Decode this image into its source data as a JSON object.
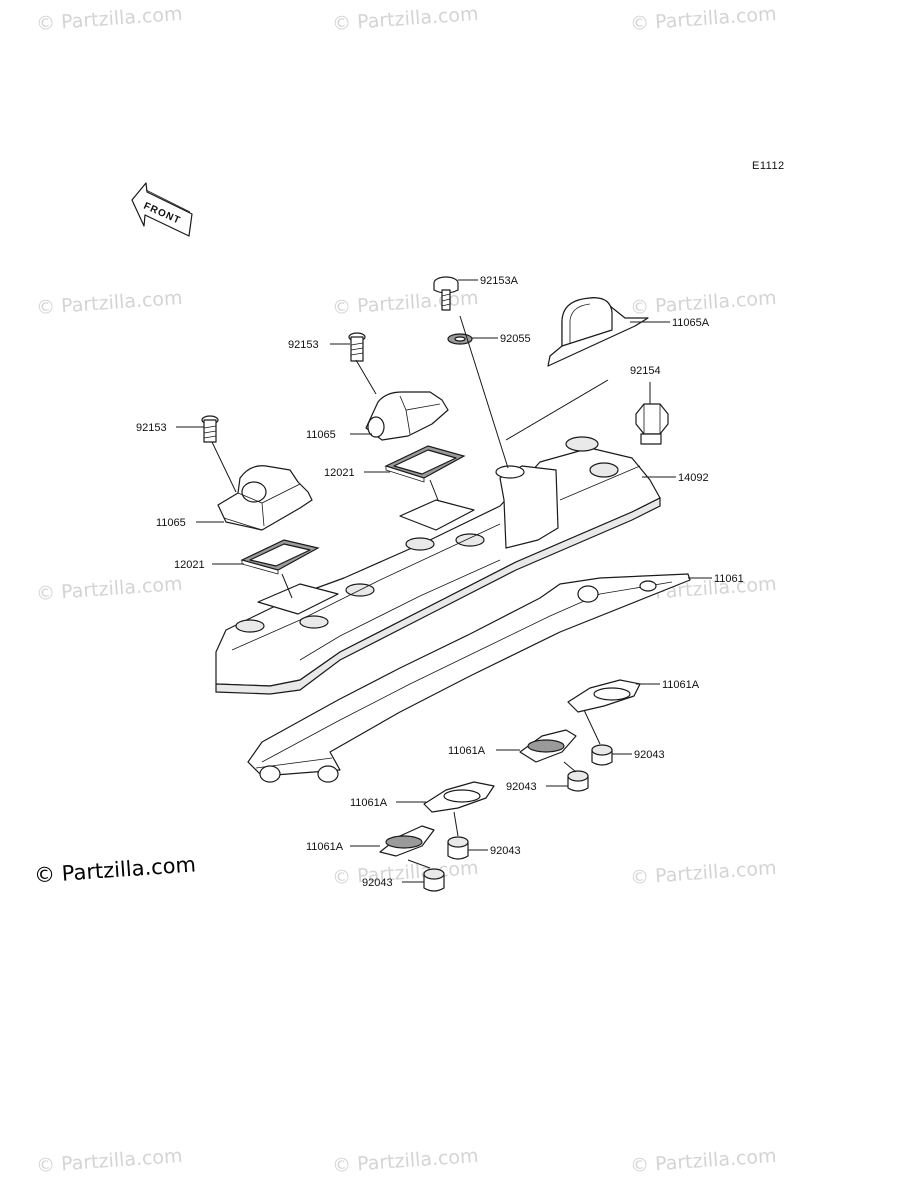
{
  "diagram": {
    "code": "E1112",
    "front_label": "FRONT"
  },
  "watermarks": {
    "text": "© Partzilla.com",
    "brand_text": "© Partzilla.com"
  },
  "callouts": [
    {
      "id": "c-92153A",
      "label": "92153A"
    },
    {
      "id": "c-92055",
      "label": "92055"
    },
    {
      "id": "c-11065A",
      "label": "11065A"
    },
    {
      "id": "c-92153-top",
      "label": "92153"
    },
    {
      "id": "c-92154",
      "label": "92154"
    },
    {
      "id": "c-92153-left",
      "label": "92153"
    },
    {
      "id": "c-11065-top",
      "label": "11065"
    },
    {
      "id": "c-12021-top",
      "label": "12021"
    },
    {
      "id": "c-14092",
      "label": "14092"
    },
    {
      "id": "c-11065-left",
      "label": "11065"
    },
    {
      "id": "c-12021-left",
      "label": "12021"
    },
    {
      "id": "c-11061",
      "label": "11061"
    },
    {
      "id": "c-11061A-1",
      "label": "11061A"
    },
    {
      "id": "c-11061A-2",
      "label": "11061A"
    },
    {
      "id": "c-92043-1",
      "label": "92043"
    },
    {
      "id": "c-92043-2",
      "label": "92043"
    },
    {
      "id": "c-11061A-3",
      "label": "11061A"
    },
    {
      "id": "c-92043-3",
      "label": "92043"
    },
    {
      "id": "c-11061A-4",
      "label": "11061A"
    },
    {
      "id": "c-92043-4",
      "label": "92043"
    }
  ]
}
